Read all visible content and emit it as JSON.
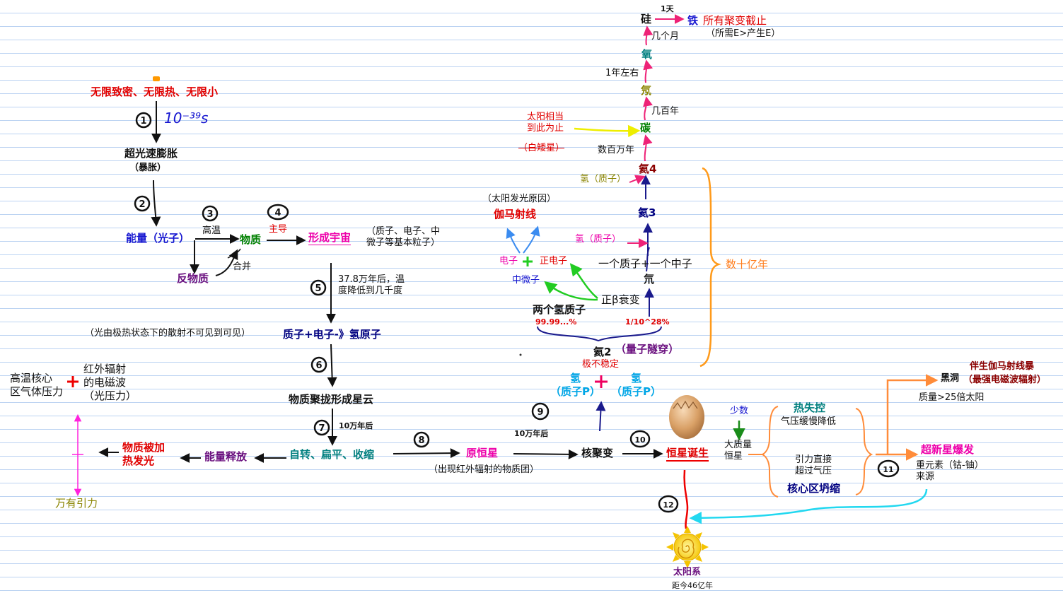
{
  "labels": {
    "singularity": "无限致密、无限热、无限小",
    "time_1": "10⁻³⁹s",
    "inflation": "超光速膨胀",
    "inflation_sub": "（暴胀）",
    "energy": "能量（光子）",
    "high_temp": "高温",
    "matter": "物质",
    "antimatter": "反物质",
    "combine": "合并",
    "dominant": "主导",
    "universe": "形成宇宙",
    "particles": "（质子、电子、中\n微子等基本粒子）",
    "cooling": "37.8万年后，温\n度降低到几千度",
    "light_note": "（光由极热状态下的散射不可见到可见）",
    "hydrogen_atom": "质子+电子-》氢原子",
    "nebula": "物质聚拢形成星云",
    "t_100k_a": "10万年后",
    "rotate": "自转、扁平、收缩",
    "energy_release": "能量释放",
    "heat_glow": "物质被加\n热发光",
    "protostar": "原恒星",
    "protostar_note": "（出现红外辐射的物质团）",
    "t_100k_b": "10万年后",
    "fusion": "核聚变",
    "star_birth": "恒星诞生",
    "core_pressure": "高温核心\n区气体压力",
    "infrared": "红外辐射\n的电磁波\n（光压力）",
    "gravity": "万有引力",
    "h_left": "氢\n（质子P）",
    "h_right": "氢\n（质子P）",
    "h2": "氦2",
    "tunnel": "（量子隧穿）",
    "unstable": "极不稳定",
    "two_protons": "两个氢质子",
    "pct": "99.99...%",
    "frac": "1/10^28%",
    "beta": "正β衰变",
    "neutrino": "中微子",
    "electron": "电子",
    "positron": "正电子",
    "gamma_note": "（太阳发光原因）",
    "gamma": "伽马射线",
    "deuterium": "氘",
    "p_n": "一个质子+一个中子",
    "h_p1": "氢（质子）",
    "he3": "氦3",
    "h_p2": "氢（质子）",
    "he4": "氦4",
    "billions": "数十亿年",
    "millions": "数百万年",
    "sun_stop": "太阳相当\n到此为止",
    "white_dwarf": "（白矮星）",
    "carbon": "碳",
    "hundreds": "几百年",
    "neon": "氖",
    "one_year": "1年左右",
    "oxygen": "氧",
    "silicon": "硅",
    "one_day": "1天",
    "iron": "铁",
    "fusion_end": "所有聚变截止",
    "fusion_end_sub": "（所需E>产生E）",
    "months": "几个月",
    "few": "少数",
    "massive": "大质量\n恒星",
    "thermal": "热失控",
    "pressure_drop": "气压缓慢降低",
    "gravity_exceed": "引力直接\n超过气压",
    "core_collapse": "核心区坍缩",
    "black_hole": "黑洞",
    "gamma_burst": "伴生伽马射线暴",
    "strongest": "（最强电磁波辐射）",
    "mass_25": "质量>25倍太阳",
    "supernova": "超新星爆发",
    "heavy": "重元素（钴-铀）\n来源",
    "solar": "太阳系",
    "ago": "距今46亿年"
  },
  "steps": [
    "1",
    "2",
    "3",
    "4",
    "5",
    "6",
    "7",
    "8",
    "9",
    "10",
    "11",
    "12"
  ]
}
